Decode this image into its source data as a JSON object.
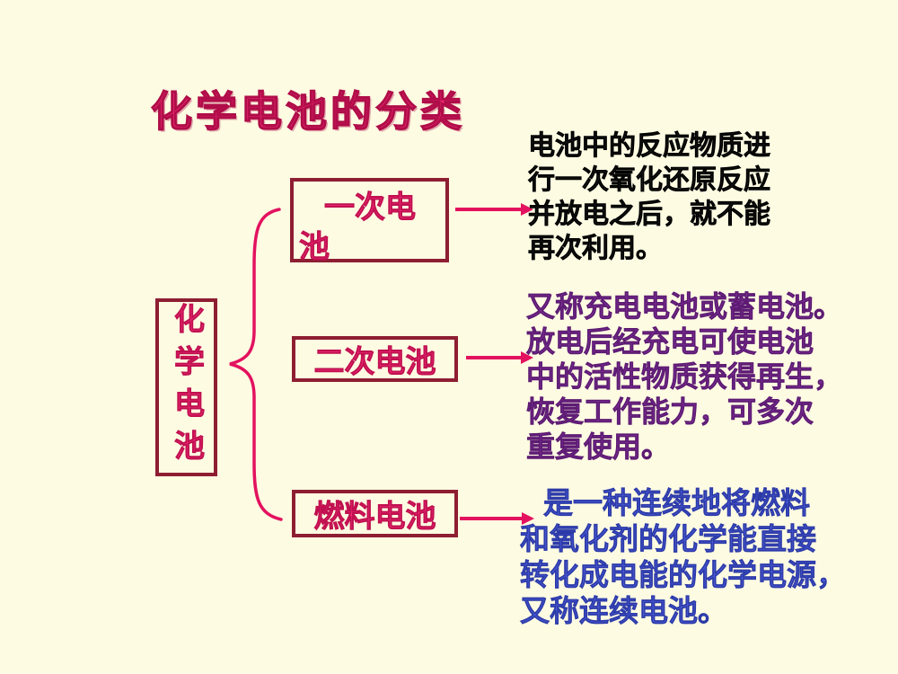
{
  "title": "化学电池的分类",
  "root": {
    "label": "化学电池"
  },
  "nodes": [
    {
      "id": "primary-battery",
      "label": "一次电\n池",
      "label_plain": "一次电池",
      "description": "电池中的反应物质进\n行一次氧化还原反应\n并放电之后，就不能\n再次利用。",
      "text_color": "#1c1c1c"
    },
    {
      "id": "secondary-battery",
      "label": "二次电池",
      "label_plain": "二次电池",
      "description": "又称充电电池或蓄电池。\n放电后经充电可使电池\n中的活性物质获得再生，\n恢复工作能力，可多次\n重复使用。",
      "text_color": "#7c3095"
    },
    {
      "id": "fuel-cell",
      "label": "燃料电池",
      "label_plain": "燃料电池",
      "description": "是一种连续地将燃料\n和氧化剂的化学能直接\n转化成电能的化学电源，\n又称连续电池。",
      "text_color": "#4b5bd5"
    }
  ],
  "colors": {
    "background": "#fdfbe2",
    "title_pink": "#ec2a6e",
    "box_border_maroon": "#8e1e32",
    "box_label_pink": "#ee2a72",
    "connector_pink": "#e3125f",
    "desc_black": "#1c1c1c",
    "desc_purple": "#7c3095",
    "desc_blue": "#4b5bd5"
  }
}
